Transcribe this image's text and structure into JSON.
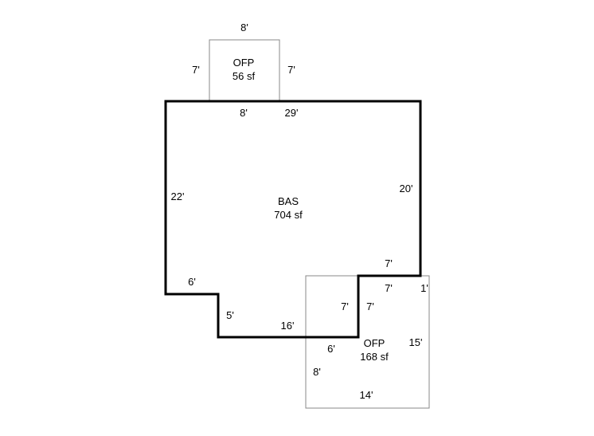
{
  "areas": [
    {
      "code": "OFP",
      "area": "56 sf"
    },
    {
      "code": "BAS",
      "area": "704 sf"
    },
    {
      "code": "OFP",
      "area": "168 sf"
    }
  ],
  "dimensions": {
    "ofp_top_top": "8'",
    "ofp_top_left": "7'",
    "ofp_top_right": "7'",
    "bas_top_left_seg": "8'",
    "bas_top_right_seg": "29'",
    "bas_left": "22'",
    "bas_right": "20'",
    "bas_notch_top": "6'",
    "bas_notch_side": "5'",
    "bas_bottom": "16'",
    "bas_step_left": "7'",
    "bas_step_right": "7'",
    "bas_step_top_above": "7'",
    "bas_step_top_below": "7'",
    "ofp_bot_corner": "1'",
    "ofp_bot_top": "6'",
    "ofp_bot_right": "15'",
    "ofp_bot_left": "8'",
    "ofp_bot_bottom": "14'"
  }
}
